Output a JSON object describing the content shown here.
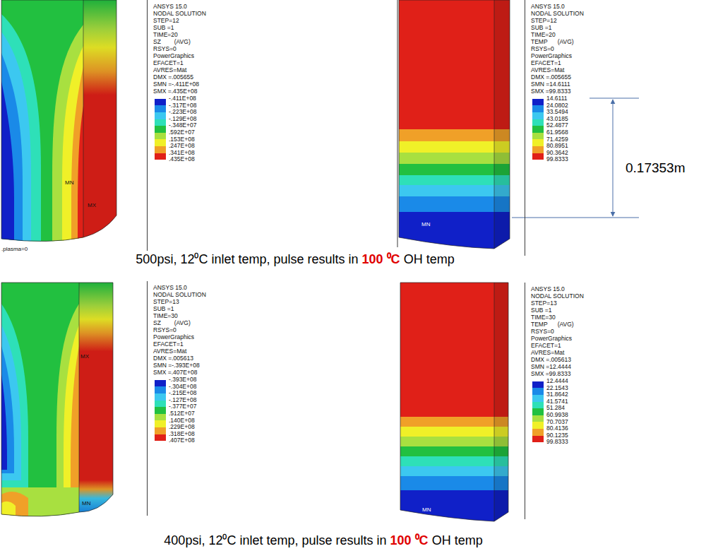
{
  "diagram": {
    "nodes": [
      {
        "text": [
          "ANSYS 15.0",
          "NODAL SOLUTION",
          "STEP=12",
          "SUB =1",
          "TIME=20",
          "SZ        (AVG)",
          "RSYS=0",
          "PowerGraphics",
          "EFACET=1",
          "AVRES=Mat",
          "DMX =.005655",
          "SMN =-.411E+08",
          "SMX =.435E+08"
        ]
      },
      {
        "text": [
          "ANSYS 15.0",
          "NODAL SOLUTION",
          "STEP=12",
          "SUB =1",
          "TIME=20",
          "TEMP      (AVG)",
          "RSYS=0",
          "PowerGraphics",
          "EFACET=1",
          "AVRES=Mat",
          "DMX =.005655",
          "SMN =14.6111",
          "SMX =99.8333"
        ]
      },
      {
        "text": [
          "ANSYS 15.0",
          "NODAL SOLUTION",
          "STEP=13",
          "SUB =1",
          "TIME=30",
          "SZ        (AVG)",
          "RSYS=0",
          "PowerGraphics",
          "EFACET=1",
          "AVRES=Mat",
          "DMX =.005613",
          "SMN =-.393E+08",
          "SMX =.407E+08"
        ]
      },
      {
        "text": [
          "ANSYS 15.0",
          "NODAL SOLUTION",
          "STEP=13",
          "SUB =1",
          "TIME=30",
          "TEMP      (AVG)",
          "RSYS=0",
          "PowerGraphics",
          "EFACET=1",
          "AVRES=Mat",
          "DMX =.005613",
          "SMN =12.4444",
          "SMX =99.8333"
        ]
      }
    ],
    "labels": [
      "MN",
      "MX",
      ".plasma=0",
      ".435E+08",
      "MN",
      "99.8333",
      "0.17353m",
      "500psi, 12⁰C inlet temp, pulse results in",
      "100 ⁰C",
      "OH temp",
      "MX",
      "MN",
      ".407E+08",
      "MN",
      "99.8333",
      "400psi, 12⁰C inlet temp, pulse results in",
      "100 ⁰C",
      "OH temp"
    ],
    "legend": [
      {
        "text": "-.411E+08",
        "color": "#1020c8"
      },
      {
        "text": "-.317E+08",
        "color": "#1a8ae8"
      },
      {
        "text": "-.223E+08",
        "color": "#3cc8f0"
      },
      {
        "text": "-.129E+08",
        "color": "#2ee0b8"
      },
      {
        "text": "-.348E+07",
        "color": "#22c040"
      },
      {
        "text": ".592E+07",
        "color": "#a8e040"
      },
      {
        "text": ".153E+08",
        "color": "#f0f028"
      },
      {
        "text": ".247E+08",
        "color": "#f0a028"
      },
      {
        "text": ".341E+08",
        "color": "#e02018"
      },
      {
        "text": "14.6111",
        "color": "#1020c8"
      },
      {
        "text": "24.0802",
        "color": "#1a8ae8"
      },
      {
        "text": "33.5494",
        "color": "#3cc8f0"
      },
      {
        "text": "43.0185",
        "color": "#2ee0b8"
      },
      {
        "text": "52.4877",
        "color": "#22c040"
      },
      {
        "text": "61.9568",
        "color": "#a8e040"
      },
      {
        "text": "71.4259",
        "color": "#f0f028"
      },
      {
        "text": "80.8951",
        "color": "#f0a028"
      },
      {
        "text": "90.3642",
        "color": "#e02018"
      },
      {
        "text": "-.393E+08",
        "color": "#1020c8"
      },
      {
        "text": "-.304E+08",
        "color": "#1a8ae8"
      },
      {
        "text": "-.215E+08",
        "color": "#3cc8f0"
      },
      {
        "text": "-.127E+08",
        "color": "#2ee0b8"
      },
      {
        "text": "-.377E+07",
        "color": "#22c040"
      },
      {
        "text": ".512E+07",
        "color": "#a8e040"
      },
      {
        "text": ".140E+08",
        "color": "#f0f028"
      },
      {
        "text": ".229E+08",
        "color": "#f0a028"
      },
      {
        "text": ".318E+08",
        "color": "#e02018"
      },
      {
        "text": "12.4444",
        "color": "#1020c8"
      },
      {
        "text": "22.1543",
        "color": "#1a8ae8"
      },
      {
        "text": "31.8642",
        "color": "#3cc8f0"
      },
      {
        "text": "41.5741",
        "color": "#2ee0b8"
      },
      {
        "text": "51.284",
        "color": "#22c040"
      },
      {
        "text": "60.9938",
        "color": "#a8e040"
      },
      {
        "text": "70.7037",
        "color": "#f0f028"
      },
      {
        "text": "80.4136",
        "color": "#f0a028"
      },
      {
        "text": "90.1235",
        "color": "#e02018"
      }
    ]
  }
}
